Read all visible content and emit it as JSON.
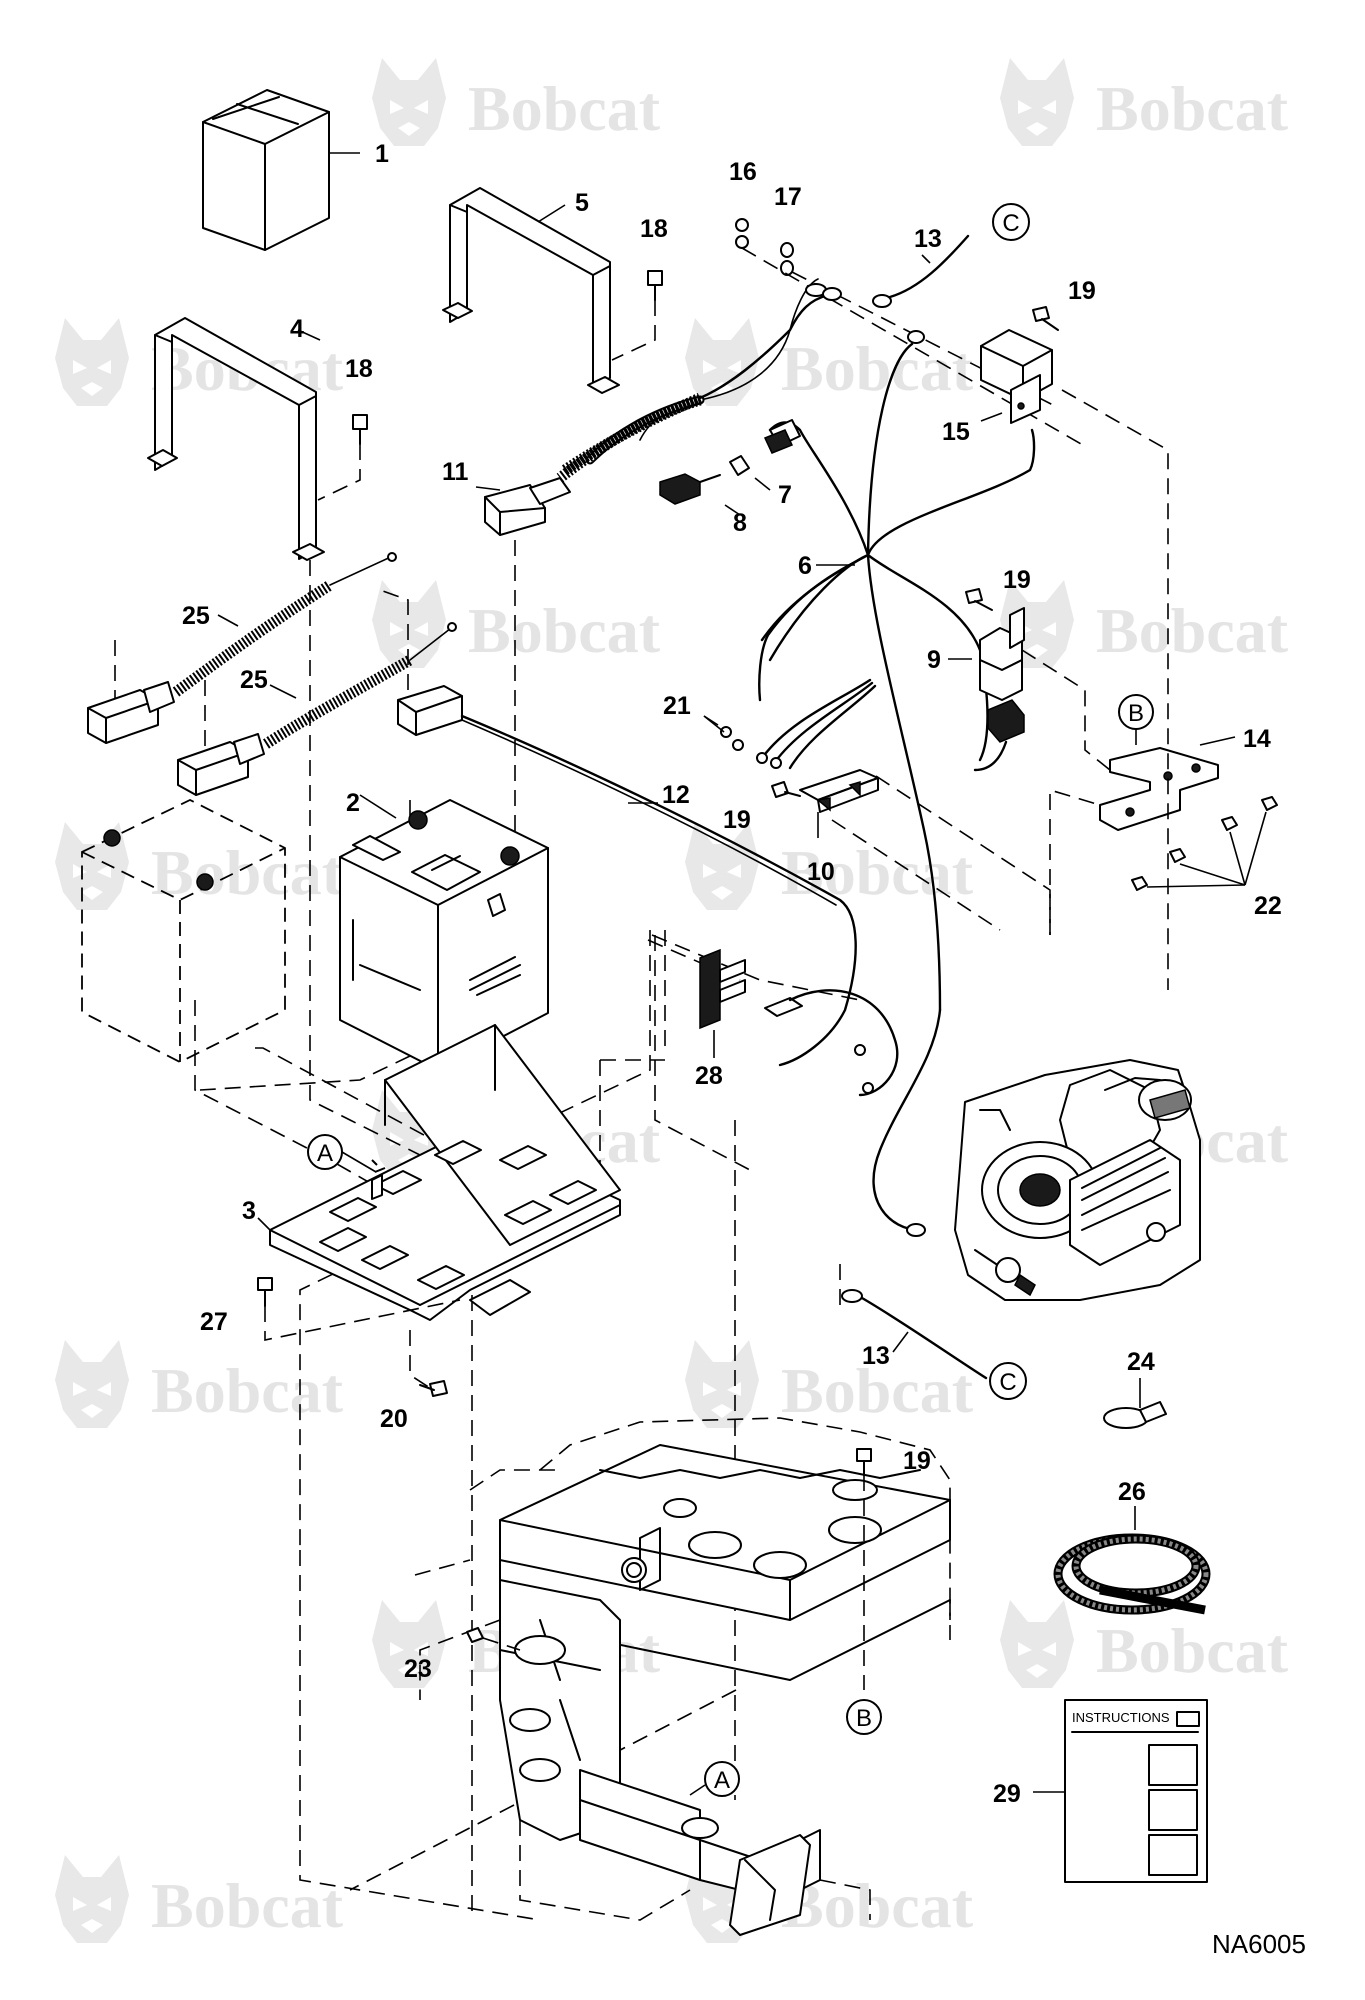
{
  "diagram": {
    "figure_code": "NA6005",
    "watermark_text": "Bobcat",
    "instructions_label": "INSTRUCTIONS",
    "part_numbers": {
      "p1": "1",
      "p2": "2",
      "p3": "3",
      "p4": "4",
      "p5": "5",
      "p6": "6",
      "p7": "7",
      "p8": "8",
      "p9": "9",
      "p10": "10",
      "p11": "11",
      "p12": "12",
      "p13a": "13",
      "p13b": "13",
      "p14": "14",
      "p15": "15",
      "p16": "16",
      "p17": "17",
      "p18a": "18",
      "p18b": "18",
      "p19a": "19",
      "p19b": "19",
      "p19c": "19",
      "p19d": "19",
      "p20": "20",
      "p21": "21",
      "p22": "22",
      "p23": "23",
      "p24": "24",
      "p25a": "25",
      "p25b": "25",
      "p26": "26",
      "p27": "27",
      "p28": "28",
      "p29": "29"
    },
    "connection_callouts": {
      "c_top": "C",
      "c_bottom": "C",
      "b_top": "B",
      "b_bottom": "B",
      "a_top": "A",
      "a_bottom": "A"
    }
  }
}
